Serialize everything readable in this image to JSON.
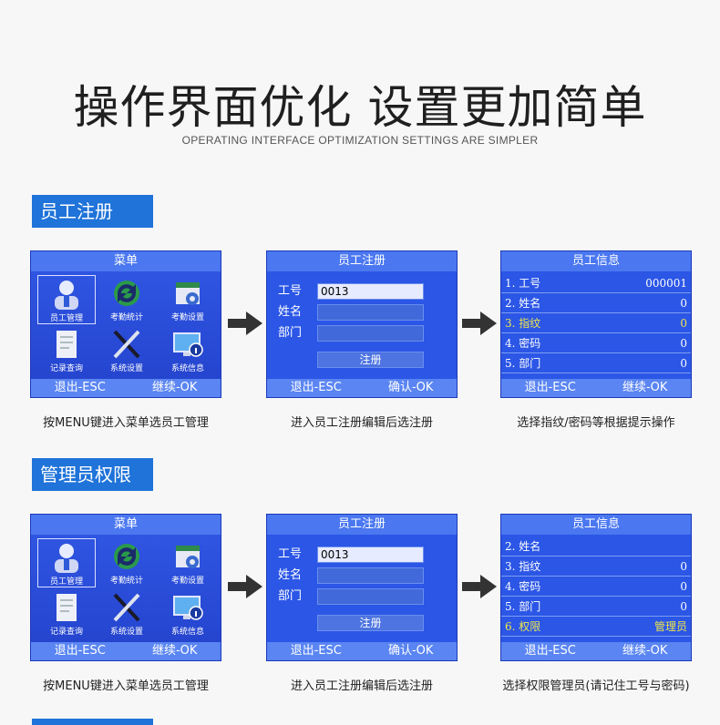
{
  "header": {
    "title": "操作界面优化 设置更加简单",
    "subtitle": "OPERATING INTERFACE OPTIMIZATION SETTINGS ARE SIMPLER"
  },
  "sections": [
    {
      "tag": "员工注册",
      "menu": {
        "title": "菜单",
        "items": [
          "员工管理",
          "考勤统计",
          "考勤设置",
          "记录查询",
          "系统设置",
          "系统信息"
        ],
        "footer_left": "退出-ESC",
        "footer_right": "继续-OK"
      },
      "register": {
        "title": "员工注册",
        "label_id": "工号",
        "label_name": "姓名",
        "label_dept": "部门",
        "id_value": "0013",
        "button": "注册",
        "footer_left": "退出-ESC",
        "footer_right": "确认-OK"
      },
      "info": {
        "title": "员工信息",
        "rows": [
          {
            "label": "1. 工号",
            "value": "000001"
          },
          {
            "label": "2. 姓名",
            "value": "0"
          },
          {
            "label": "3. 指纹",
            "value": "0"
          },
          {
            "label": "4. 密码",
            "value": "0"
          },
          {
            "label": "5. 部门",
            "value": "0"
          }
        ],
        "footer_left": "退出-ESC",
        "footer_right": "继续-OK"
      },
      "captions": [
        "按MENU键进入菜单选员工管理",
        "进入员工注册编辑后选注册",
        "选择指纹/密码等根据提示操作"
      ]
    },
    {
      "tag": "管理员权限",
      "menu": {
        "title": "菜单",
        "items": [
          "员工管理",
          "考勤统计",
          "考勤设置",
          "记录查询",
          "系统设置",
          "系统信息"
        ],
        "footer_left": "退出-ESC",
        "footer_right": "继续-OK"
      },
      "register": {
        "title": "员工注册",
        "label_id": "工号",
        "label_name": "姓名",
        "label_dept": "部门",
        "id_value": "0013",
        "button": "注册",
        "footer_left": "退出-ESC",
        "footer_right": "确认-OK"
      },
      "info": {
        "title": "员工信息",
        "rows": [
          {
            "label": "2. 姓名",
            "value": ""
          },
          {
            "label": "3. 指纹",
            "value": "0"
          },
          {
            "label": "4. 密码",
            "value": "0"
          },
          {
            "label": "5. 部门",
            "value": "0"
          },
          {
            "label": "6. 权限",
            "value": "管理员"
          }
        ],
        "footer_left": "退出-ESC",
        "footer_right": "继续-OK"
      },
      "captions": [
        "按MENU键进入菜单选员工管理",
        "进入员工注册编辑后选注册",
        "选择权限管理员(请记住工号与密码)"
      ]
    }
  ],
  "colors": {
    "accent": "#1f73d9",
    "screen_bg": "#2b56e6",
    "highlight_text": "#f0e64a"
  }
}
